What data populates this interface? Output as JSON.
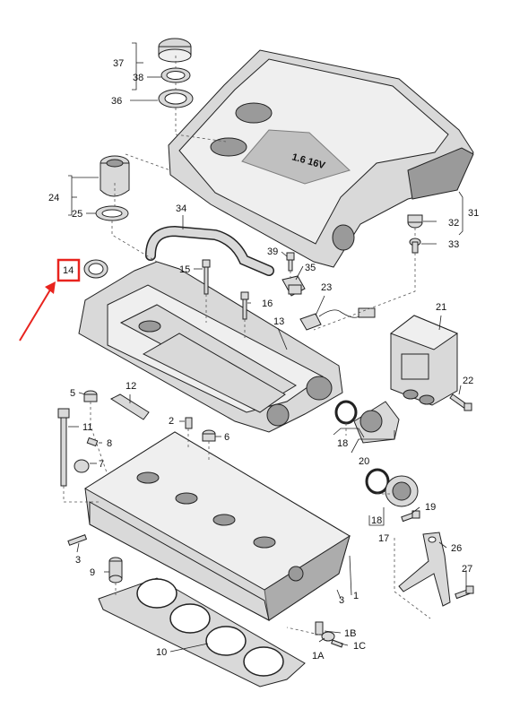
{
  "callouts": {
    "c37": "37",
    "c38": "38",
    "c36": "36",
    "c24": "24",
    "c25": "25",
    "c34": "34",
    "c14": "14",
    "c15": "15",
    "c16": "16",
    "c39": "39",
    "c35": "35",
    "c23": "23",
    "c13": "13",
    "c32": "32",
    "c31": "31",
    "c33": "33",
    "c21": "21",
    "c22": "22",
    "c5": "5",
    "c12": "12",
    "c11": "11",
    "c8": "8",
    "c7": "7",
    "c2": "2",
    "c6": "6",
    "c18a": "18",
    "c20": "20",
    "c18b": "18",
    "c17": "17",
    "c19": "19",
    "c3a": "3",
    "c9": "9",
    "c26": "26",
    "c27": "27",
    "c3b": "3",
    "c1": "1",
    "c1b": "1B",
    "c1a": "1A",
    "c1c": "1C",
    "c10": "10"
  },
  "cover_badge": "1.6 16V",
  "highlight": {
    "part": "14",
    "color": "#e8231e"
  }
}
